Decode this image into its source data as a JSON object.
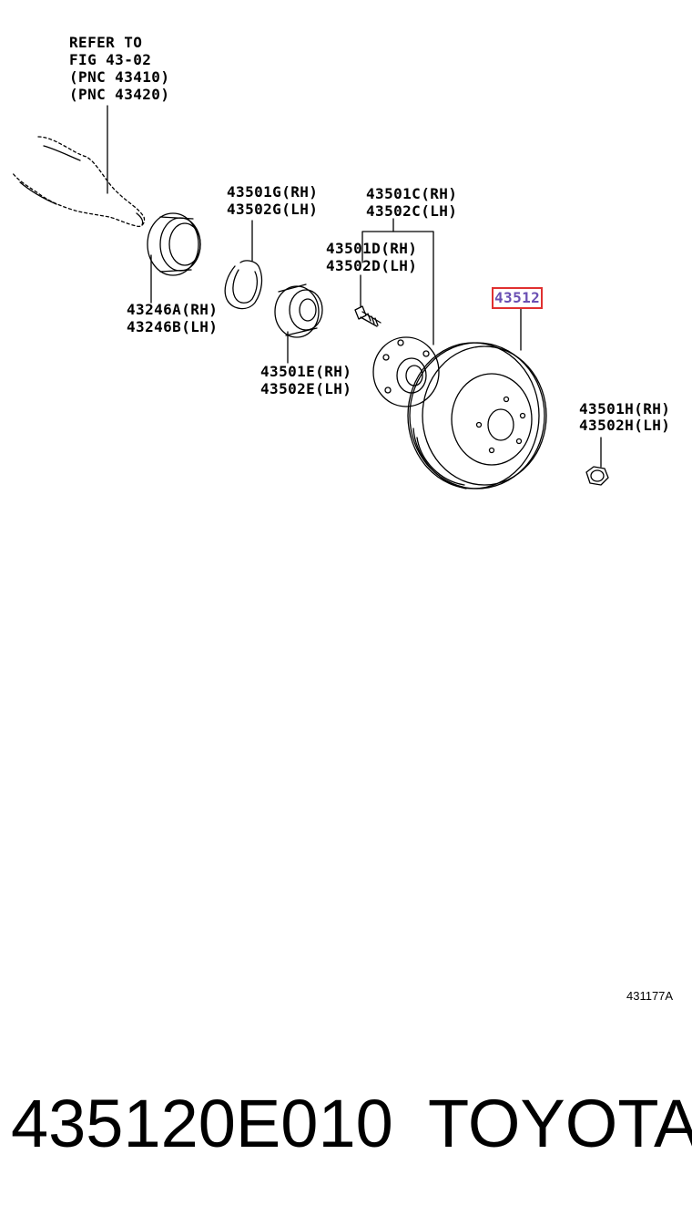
{
  "diagram": {
    "refer_note": [
      "REFER TO",
      "FIG 43-02",
      "(PNC 43410)",
      "(PNC 43420)"
    ],
    "labels": {
      "snap_ring": [
        "43501G(RH)",
        "43502G(LH)"
      ],
      "hub": [
        "43501C(RH)",
        "43502C(LH)"
      ],
      "hub_bolt": [
        "43501D(RH)",
        "43502D(LH)"
      ],
      "disc": [
        "43512"
      ],
      "oil_seal": [
        "43246A(RH)",
        "43246B(LH)"
      ],
      "bearing": [
        "43501E(RH)",
        "43502E(LH)"
      ],
      "nut": [
        "43501H(RH)",
        "43502H(LH)"
      ]
    },
    "highlight_color": "#e03030",
    "figure_ref": "431177A"
  },
  "footer": {
    "part_number": "435120E010",
    "brand": "TOYOTA"
  }
}
